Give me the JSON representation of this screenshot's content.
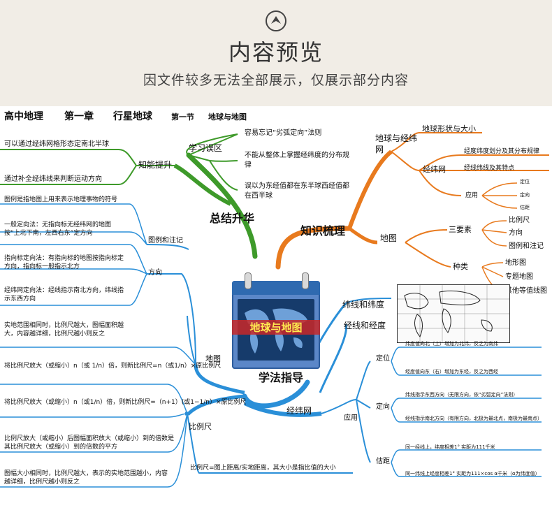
{
  "header": {
    "icon": "chevron-up-circle-icon",
    "title": "内容预览",
    "subtitle": "因文件较多无法全部展示，仅展示部分内容"
  },
  "map": {
    "heading": {
      "book": "高中地理",
      "chapter": "第一章",
      "chapter_name": "行星地球",
      "section": "第一节",
      "section_name": "地球与地图"
    },
    "center_label": "地球与地图",
    "branches": {
      "summary": "总结升华",
      "knowledge": "知识梳理",
      "method": "学法指导"
    },
    "summary": {
      "learning_mistakes": "学习误区",
      "mistake_1": "容易忘记“劣弧定向”法则",
      "mistake_2": "不能从整体上掌握经纬度的分布规律",
      "mistake_3": "误以为东经值都在东半球西经值都在西半球",
      "knowledge_boost": "知能提升",
      "boost_1": "可以通过经纬网格形态定南北半球",
      "boost_2": "通过补全经纬线来判断运动方向"
    },
    "knowledge": {
      "earth_grid": "地球与经纬网",
      "shape_size": "地球形状与大小",
      "grid": "经纬网",
      "grid_1": "经度纬度划分及其分布规律",
      "grid_2": "经线纬线及其特点",
      "application": "应用",
      "app_1": "定位",
      "app_2": "定向",
      "app_3": "估距",
      "maps": "地图",
      "three_elements": "三要素",
      "el_1": "比例尺",
      "el_2": "方向",
      "el_3": "图例和注记",
      "kinds": "种类",
      "kind_1": "地形图",
      "kind_2": "专题地图",
      "kind_3": "其他等值线图"
    },
    "left": {
      "legend_note": "图例是指地图上用来表示地理事物的符号",
      "legend": "图例和注记",
      "dir_1": "一般定向法：无指向标无经纬网的地图按“上北下南，左西右东”定方向",
      "dir_2": "指向标定向法：有指向标的地图按指向标定方向，指向标一般指示北方",
      "dir_3": "经纬网定向法：经线指示南北方向，纬线指示东西方向",
      "direction": "方向",
      "scale_1": "实地范围相同时，比例尺越大，图幅面积越大，内容越详细，比例尺越小则反之",
      "map": "地图",
      "scale_2a": "将比例尺放大（或缩小）",
      "scale_2b": "倍，则新比例尺=",
      "scale_2c": "×原比例尺",
      "scale_3a": "将比例尺放大（或缩小）",
      "scale_3b": "倍，则新比例尺=（",
      "scale_3c": "×原比例尺",
      "scale_4": "比例尺放大（或缩小）后图幅面积放大（或缩小）到的倍数是其比例尺放大（或缩小）到的倍数的平方",
      "scale": "比例尺",
      "scale_5": "图幅大小相同时，比例尺越大，表示的实地范围越小，内容越详细，比例尺越小则反之",
      "scale_def": "比例尺=图上距离/实地距离，其大小是指比值的大小"
    },
    "method": {
      "lat_lon": "纬线和纬度",
      "lon": "经线和经度",
      "grid": "经纬网",
      "app": "应用",
      "locate": "定位",
      "loc_1": "纬度值向北（上）增加为北纬，反之为南纬",
      "loc_2": "经度值向东（右）增加为东经，反之为西经",
      "orient": "定向",
      "ori_1": "纬线指示东西方向（无限方向，依“劣弧定向”法则）",
      "ori_2": "经线指示南北方向（有限方向，北极为最北点，南极为最南点）",
      "estimate": "估距",
      "est_1": "同一经线上，纬度相差1° 实距为111千米",
      "est_2": "同一纬线上经度相差1° 实距为111×cos α千米（α为纬度值）"
    }
  },
  "colors": {
    "background": "#f1ede6",
    "green_branch": "#3e9a2a",
    "orange_branch": "#e87a1e",
    "blue_branch": "#2a8fd8",
    "thin_blue": "#2f8ee0"
  }
}
